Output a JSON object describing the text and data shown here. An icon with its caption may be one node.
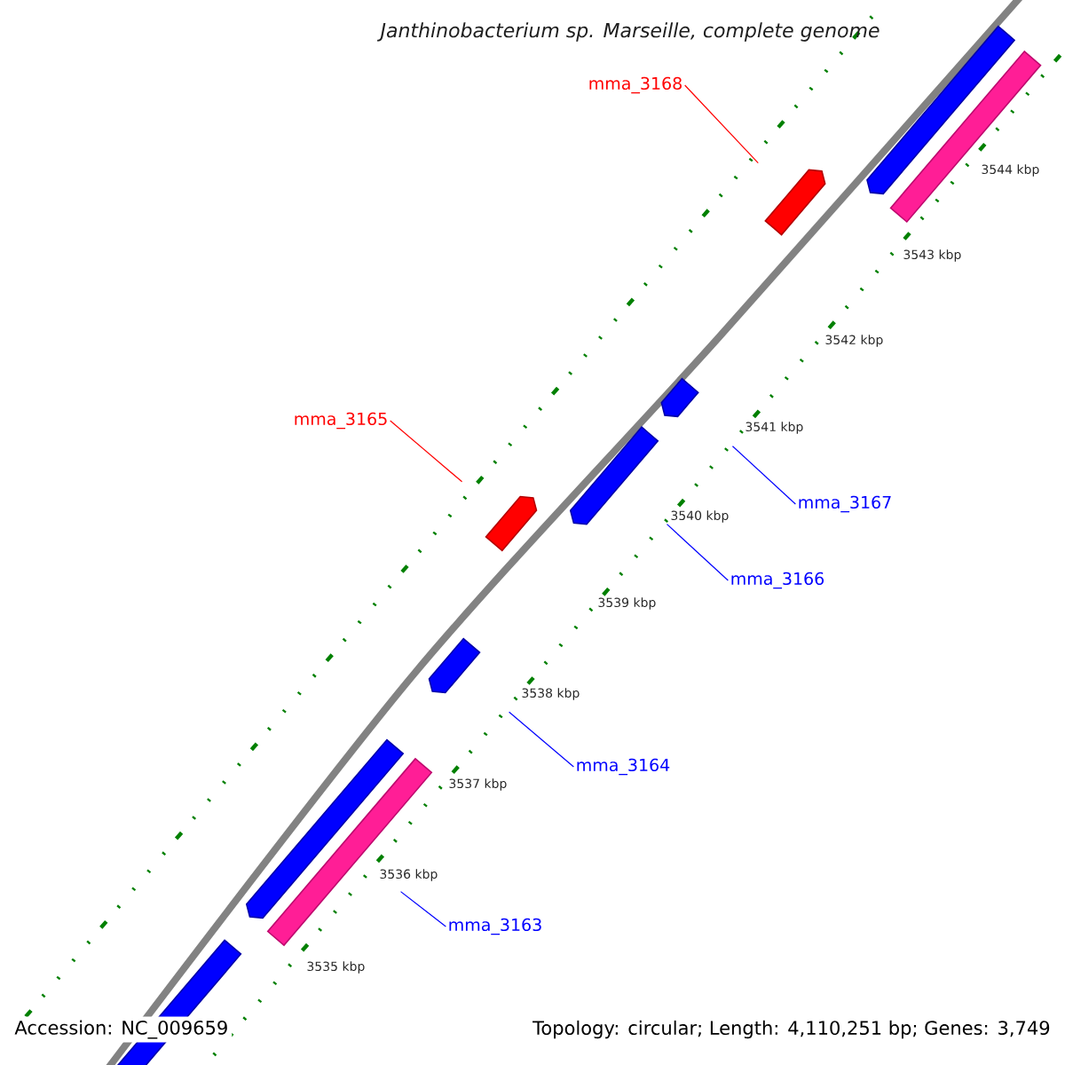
{
  "diagram": {
    "title": "Janthinobacterium sp. Marseille, complete genome",
    "nodes": [
      {
        "text": [
          "mma_3168"
        ]
      },
      {
        "text": [],
        "shape": "bar"
      },
      {
        "text": [],
        "shape": "bar"
      },
      {
        "text": [],
        "shape": "bar"
      },
      {
        "text": [
          "mma_3165"
        ]
      },
      {
        "text": [],
        "shape": "bar"
      },
      {
        "text": [],
        "shape": "bar"
      },
      {
        "text": [
          "mma_3167"
        ]
      },
      {
        "text": [],
        "shape": "bar"
      },
      {
        "text": [
          "mma_3166"
        ]
      },
      {
        "text": [],
        "shape": "bar"
      },
      {
        "text": [
          "mma_3164"
        ]
      },
      {
        "text": [],
        "shape": "bar"
      },
      {
        "text": [],
        "shape": "bar"
      },
      {
        "text": [
          "mma_3163"
        ]
      },
      {
        "text": [],
        "shape": "bar"
      }
    ],
    "edges": [
      {
        "from": 0,
        "to": 1,
        "arrow": "none",
        "color": "#ff0000"
      },
      {
        "from": 4,
        "to": 5,
        "arrow": "none",
        "color": "#ff0000"
      },
      {
        "from": 7,
        "to": 6,
        "arrow": "none"
      },
      {
        "from": 9,
        "to": 8,
        "arrow": "none"
      },
      {
        "from": 11,
        "to": 10,
        "arrow": "none"
      },
      {
        "from": 14,
        "to": 13,
        "arrow": "none"
      }
    ],
    "labels": [
      "3544 kbp",
      "3543 kbp",
      "3542 kbp",
      "3541 kbp",
      "3540 kbp",
      "3539 kbp",
      "3538 kbp",
      "3537 kbp",
      "3536 kbp",
      "3535 kbp",
      "Accession: NC_009659",
      "Topology: circular; Length: 4,110,251 bp; Genes: 3,749"
    ]
  }
}
